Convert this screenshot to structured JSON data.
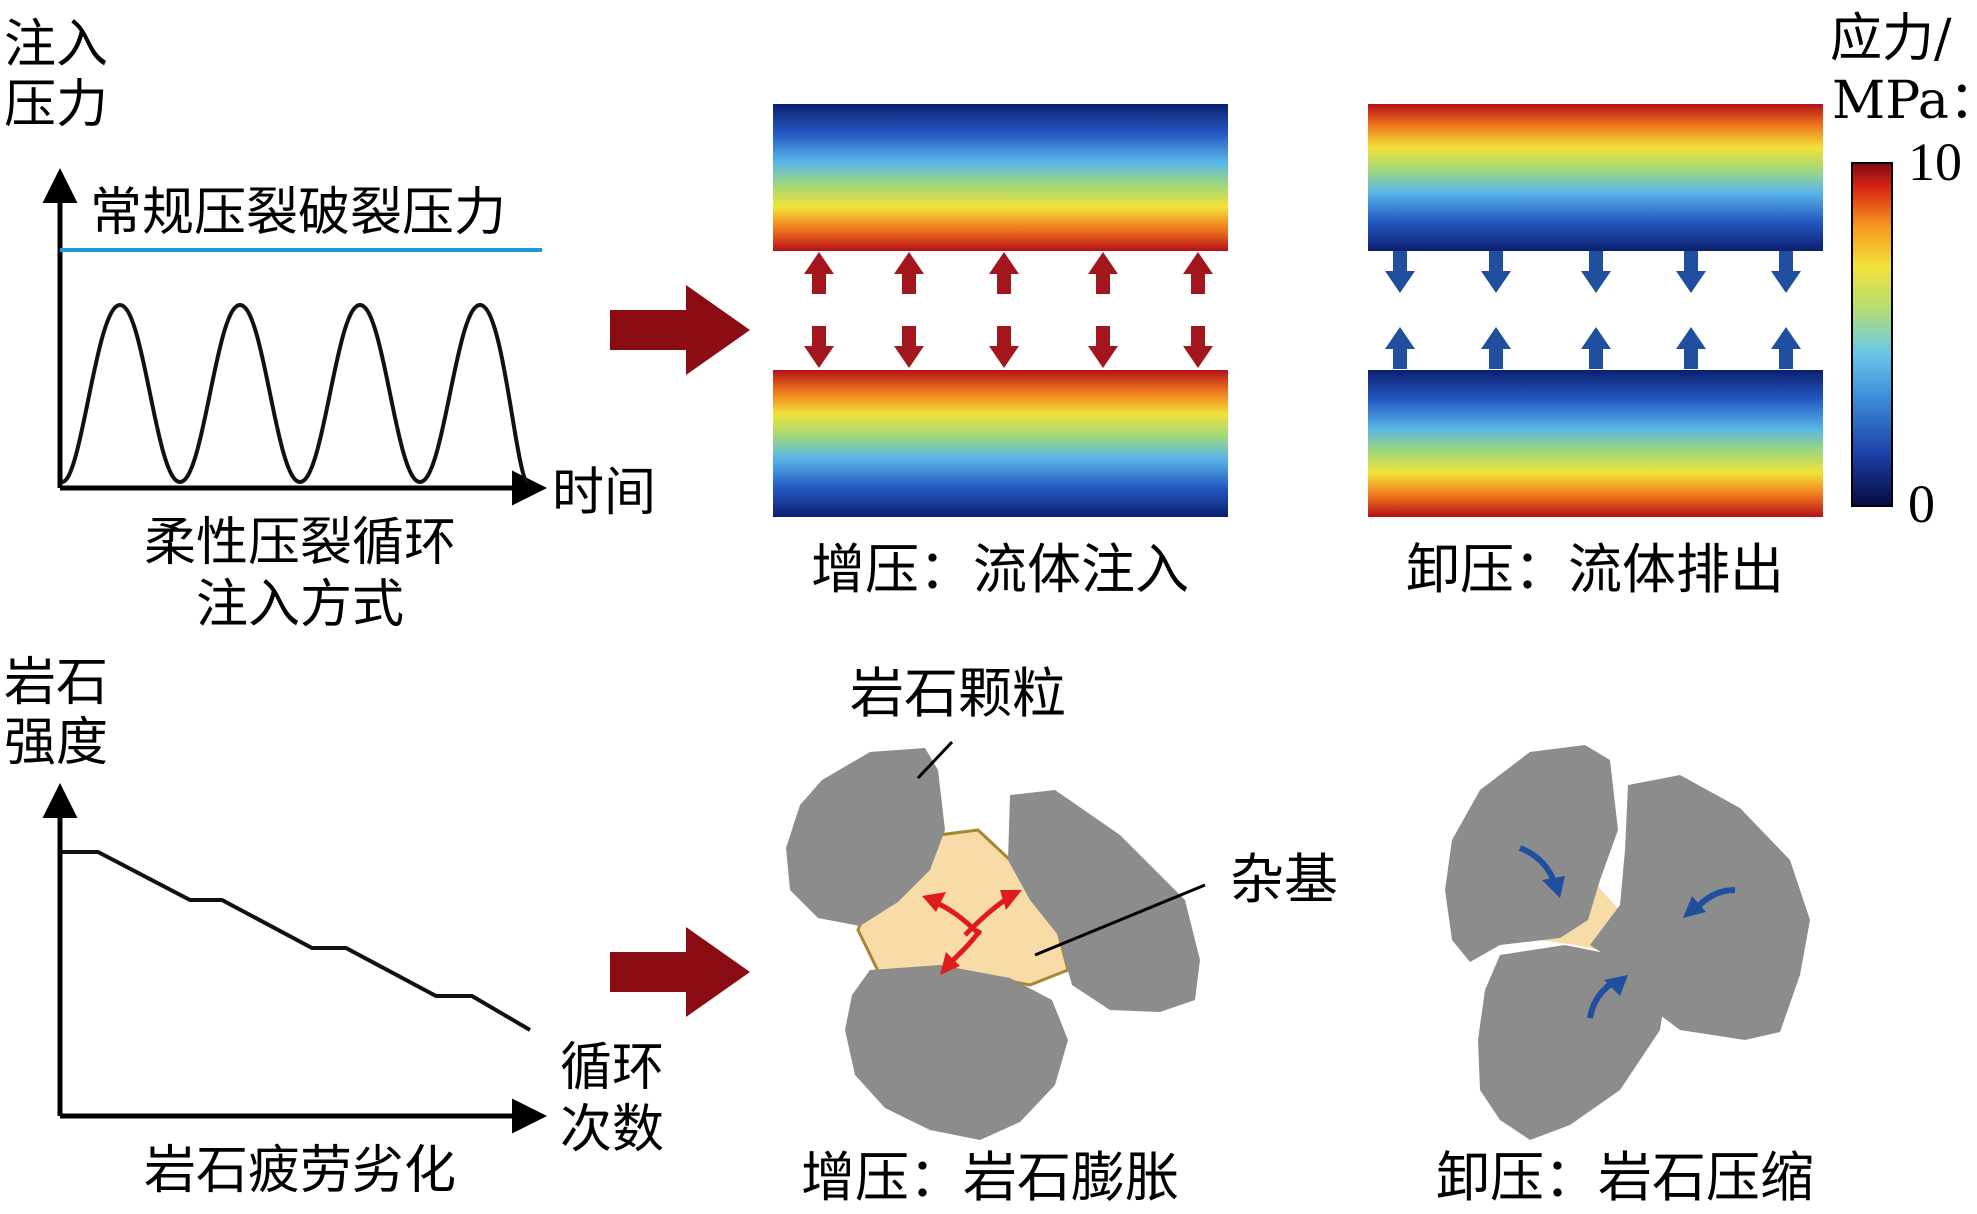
{
  "colors": {
    "arrow_big": "#8b0c12",
    "arrow_red": "#a4161e",
    "arrow_blue": "#1f4f9e",
    "grain": "#8c8c8c",
    "matrix": "#f7dca8",
    "matrix_edge": "#a8862e",
    "threshold_line": "#1a9bd7",
    "red_small": "#e01b1b"
  },
  "top_left": {
    "y_label_line1": "注入",
    "y_label_line2": "压力",
    "threshold_label": "常规压裂破裂压力",
    "x_label": "时间",
    "caption_line1": "柔性压裂循环",
    "caption_line2": "注入方式"
  },
  "top_middle": {
    "caption": "增压：流体注入"
  },
  "top_right": {
    "caption": "卸压：流体排出"
  },
  "colorbar": {
    "title_line1": "应力/",
    "title_line2": "MPa：",
    "max": "10",
    "min": "0"
  },
  "bottom_left": {
    "y_label_line1": "岩石",
    "y_label_line2": "强度",
    "x_label_line1": "循环",
    "x_label_line2": "次数",
    "caption": "岩石疲劳劣化"
  },
  "bottom_middle": {
    "grain_label": "岩石颗粒",
    "matrix_label": "杂基",
    "caption": "增压：岩石膨胀"
  },
  "bottom_right": {
    "caption": "卸压：岩石压缩"
  }
}
